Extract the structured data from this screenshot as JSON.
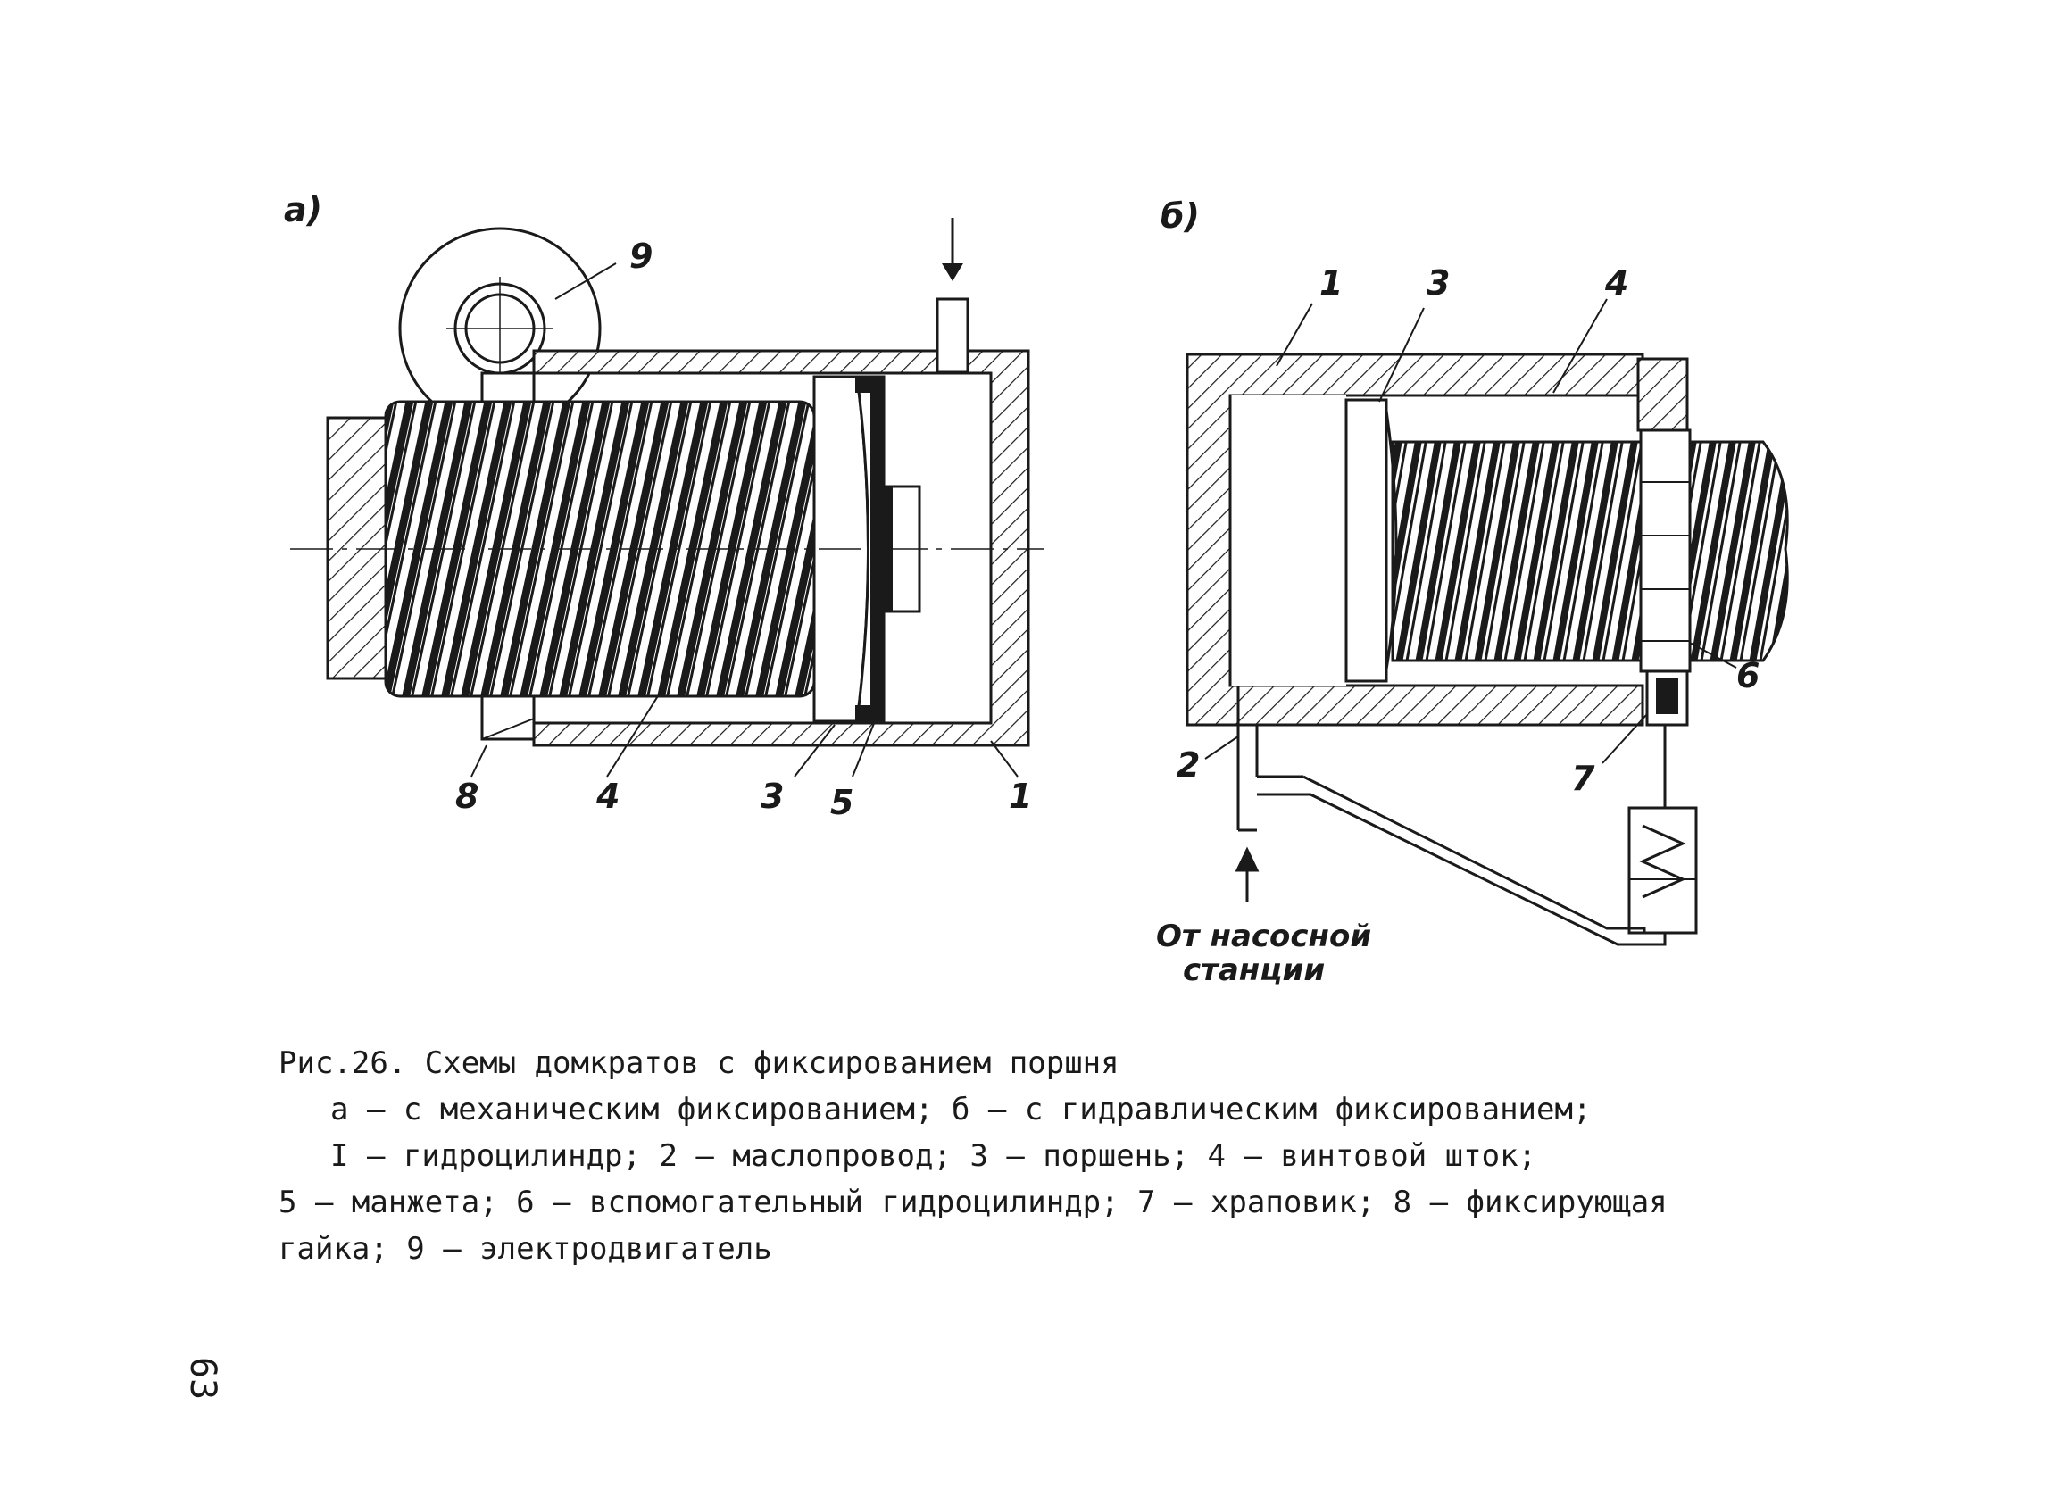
{
  "diagram_a": {
    "panel_label": "a)",
    "labels": {
      "l9": "9",
      "l8": "8",
      "l4": "4",
      "l3": "3",
      "l5": "5",
      "l1": "1"
    }
  },
  "diagram_b": {
    "panel_label": "б)",
    "labels": {
      "l1": "1",
      "l3": "3",
      "l4": "4",
      "l6": "6",
      "l2": "2",
      "l7": "7"
    },
    "source_line1": "От насосной",
    "source_line2": "станции"
  },
  "caption": {
    "title": "Рис.26. Схемы домкратов с фиксированием поршня",
    "line1": "а – с механическим фиксированием; б – с гидравлическим фиксированием;",
    "line2": "I – гидроцилиндр; 2 – маслопровод; 3 – поршень; 4 – винтовой шток;",
    "line3": "5 – манжета; 6 – вспомогательный гидроцилиндр; 7 – храповик; 8 – фиксирующая",
    "line4": "гайка; 9 – электродвигатель"
  },
  "page_number": "63"
}
